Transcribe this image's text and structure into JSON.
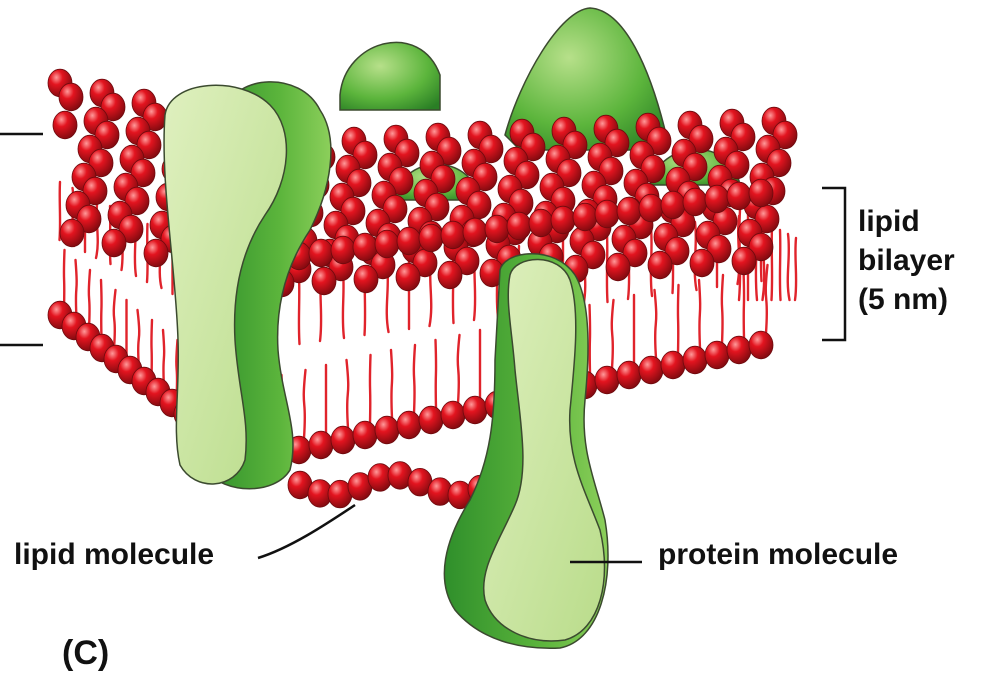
{
  "labels": {
    "bilayer_line1": "lipid",
    "bilayer_line2": "bilayer",
    "bilayer_line3": "(5 nm)",
    "lipid_molecule": "lipid molecule",
    "protein_molecule": "protein molecule",
    "panel": "(C)"
  },
  "colors": {
    "head_red": "#d9121e",
    "head_dark": "#8e0a10",
    "head_highlight": "#ff8a8a",
    "tail_red": "#e0232b",
    "protein_light": "#c9e4a0",
    "protein_mid": "#7fc34a",
    "protein_dark": "#2e8b2a",
    "outline": "#3b4a2f",
    "text": "#111111"
  }
}
